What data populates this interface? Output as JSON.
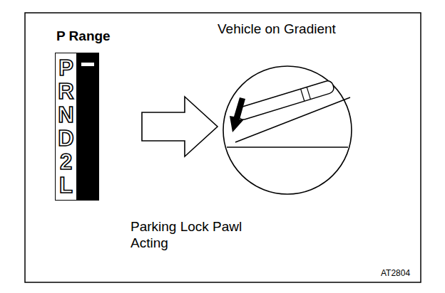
{
  "diagram": {
    "nodes": [
      {
        "text": [
          "P Range",
          "P",
          "R",
          "N",
          "D",
          "2",
          "L"
        ]
      },
      {
        "text": [
          "Vehicle on Gradient"
        ]
      }
    ],
    "edges": [
      {
        "from": 0,
        "to": 1,
        "arrow": "to"
      }
    ],
    "labels": [
      "Parking Lock Pawl Acting",
      "AT2804"
    ]
  }
}
